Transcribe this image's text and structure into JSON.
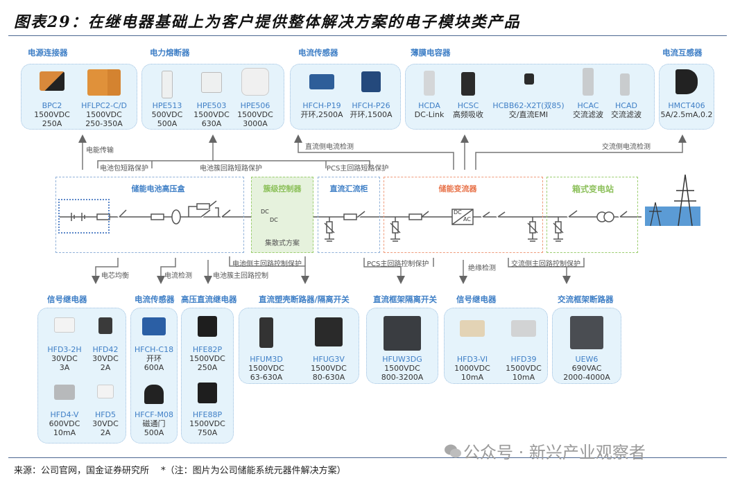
{
  "title": "图表29：在继电器基础上为客户提供整体解决方案的电子模块类产品",
  "top_categories": [
    {
      "label": "电源连接器",
      "products": [
        {
          "name": "BPC2",
          "spec1": "1500VDC",
          "spec2": "250A"
        },
        {
          "name": "HFLPC2-C/D",
          "spec1": "1500VDC",
          "spec2": "250-350A"
        }
      ]
    },
    {
      "label": "电力熔断器",
      "products": [
        {
          "name": "HPE513",
          "spec1": "500VDC",
          "spec2": "500A"
        },
        {
          "name": "HPE503",
          "spec1": "1500VDC",
          "spec2": "630A"
        },
        {
          "name": "HPE506",
          "spec1": "1500VDC",
          "spec2": "3000A"
        }
      ]
    },
    {
      "label": "电流传感器",
      "products": [
        {
          "name": "HFCH-P19",
          "spec1": "开环,2500A"
        },
        {
          "name": "HFCH-P26",
          "spec1": "开环,1500A"
        }
      ]
    },
    {
      "label": "薄膜电容器",
      "products": [
        {
          "name": "HCDA",
          "spec1": "DC-Link"
        },
        {
          "name": "HCSC",
          "spec1": "高频吸收"
        },
        {
          "name": "HCBB62-X2T(双85)",
          "spec1": "交/直流EMI"
        },
        {
          "name": "HCAC",
          "spec1": "交流滤波"
        },
        {
          "name": "HCAD",
          "spec1": "交流滤波"
        }
      ]
    },
    {
      "label": "电流互感器",
      "products": [
        {
          "name": "HMCT406",
          "spec1": "5A/2.5mA,0.2"
        }
      ]
    }
  ],
  "upper_links": {
    "power_transfer": "电能传输",
    "pack_short": "电池包短路保护",
    "cluster_short": "电池簇回路短路保护",
    "pcs_short": "PCS主回路短路保护",
    "dc_current": "直流侧电流检测",
    "ac_current": "交流侧电流检测"
  },
  "zones": {
    "battery_box": "储能电池高压盒",
    "cluster_controller": "簇级控制器",
    "centralized": "集散式方案",
    "dc_combiner": "直流汇流柜",
    "pcs": "储能变流器",
    "substation": "箱式变电站",
    "dcdc_top": "DC",
    "dcdc_bottom": "DC",
    "dcac_top": "DC",
    "dcac_bottom": "AC"
  },
  "lower_links": {
    "cell_balance": "电芯均衡",
    "current_detect": "电流检测",
    "cluster_main_ctrl": "电池簇主回路控制",
    "battery_main_ctrl": "电池侧主回路控制保护",
    "pcs_main_ctrl": "PCS主回路控制保护",
    "insulation": "绝缘检测",
    "ac_main_ctrl": "交流侧主回路控制保护"
  },
  "bottom_categories": [
    {
      "label": "信号继电器",
      "products": [
        {
          "name": "HFD3-2H",
          "spec1": "30VDC",
          "spec2": "3A"
        },
        {
          "name": "HFD42",
          "spec1": "30VDC",
          "spec2": "2A"
        },
        {
          "name": "HFD4-V",
          "spec1": "600VDC",
          "spec2": "10mA"
        },
        {
          "name": "HFD5",
          "spec1": "30VDC",
          "spec2": "2A"
        }
      ]
    },
    {
      "label": "电流传感器",
      "products": [
        {
          "name": "HFCH-C18",
          "spec1": "开环",
          "spec2": "600A"
        },
        {
          "name": "HFCF-M08",
          "spec1": "磁通门",
          "spec2": "500A"
        }
      ]
    },
    {
      "label": "高压直流继电器",
      "products": [
        {
          "name": "HFE82P",
          "spec1": "1500VDC",
          "spec2": "250A"
        },
        {
          "name": "HFE88P",
          "spec1": "1500VDC",
          "spec2": "750A"
        }
      ]
    },
    {
      "label": "直流塑壳断路器/隔离开关",
      "products": [
        {
          "name": "HFUM3D",
          "spec1": "1500VDC",
          "spec2": "63-630A"
        },
        {
          "name": "HFUG3V",
          "spec1": "1500VDC",
          "spec2": "80-630A"
        }
      ]
    },
    {
      "label": "直流框架隔离开关",
      "products": [
        {
          "name": "HFUW3DG",
          "spec1": "1500VDC",
          "spec2": "800-3200A"
        }
      ]
    },
    {
      "label": "信号继电器",
      "products": [
        {
          "name": "HFD3-VI",
          "spec1": "1000VDC",
          "spec2": "10mA"
        },
        {
          "name": "HFD39",
          "spec1": "1500VDC",
          "spec2": "10mA"
        }
      ]
    },
    {
      "label": "交流框架断路器",
      "products": [
        {
          "name": "UEW6",
          "spec1": "690VAC",
          "spec2": "2000-4000A"
        }
      ]
    }
  ],
  "footer": "来源：公司官网，国金证券研究所　 *（注：图片为公司储能系统元器件解决方案）",
  "watermark": "公众号 · 新兴产业观察者",
  "colors": {
    "category_blue": "#3f7fc6",
    "box_fill": "#e5f3fb",
    "zone_blue": "#8fb0d8",
    "zone_green": "#9acd6e",
    "zone_orange": "#ef9a7a",
    "text_gray": "#555555"
  }
}
